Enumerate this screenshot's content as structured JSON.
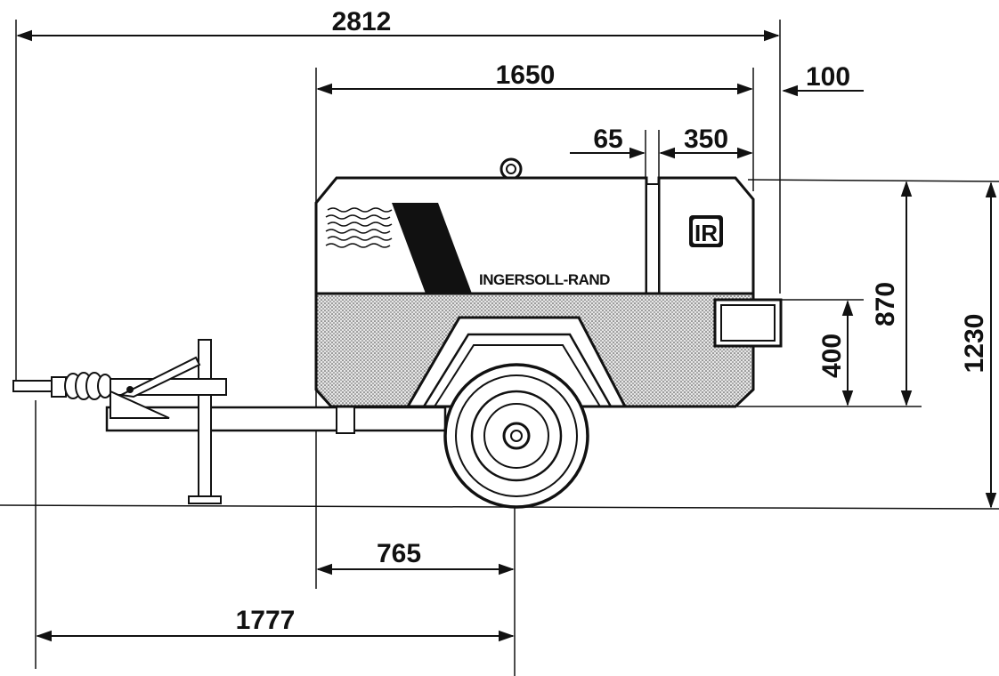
{
  "brand": {
    "name": "INGERSOLL-RAND",
    "logo": "IR"
  },
  "dimensions": {
    "overall_length": "2812",
    "body_length": "1650",
    "rear_overhang": "100",
    "gap": "65",
    "end_section": "350",
    "body_height": "870",
    "exhaust_height": "400",
    "overall_height": "1230",
    "front_to_axle": "765",
    "hitch_to_axle": "1777"
  },
  "colors": {
    "ink": "#111111",
    "paper": "#ffffff"
  }
}
